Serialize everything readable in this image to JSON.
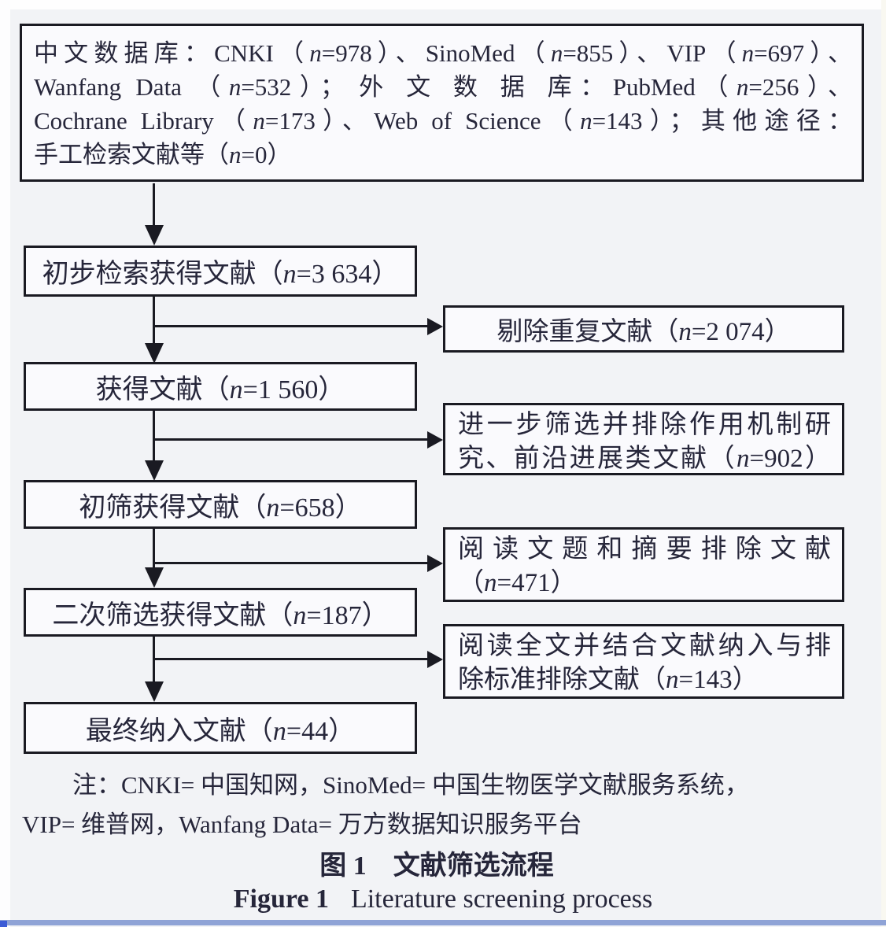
{
  "flowchart": {
    "source_box": {
      "lines": [
        "中文数据库：CNKI（n=978）、SinoMed（n=855）、VIP（n=697）、",
        "Wanfang Data （n=532）； 外 文 数 据 库：PubMed（n=256）、",
        "Cochrane Library（n=173）、Web of Science（n=143）；其他途径：",
        "手工检索文献等（n=0）"
      ]
    },
    "left_boxes": [
      {
        "label": "初步检索获得文献（n=3 634）"
      },
      {
        "label": "获得文献（n=1 560）"
      },
      {
        "label": "初筛获得文献（n=658）"
      },
      {
        "label": "二次筛选获得文献（n=187）"
      },
      {
        "label": "最终纳入文献（n=44）"
      }
    ],
    "right_boxes": [
      {
        "line1": "剔除重复文献（n=2 074）",
        "line2": ""
      },
      {
        "line1": "进一步筛选并排除作用机制研",
        "line2": "究、前沿进展类文献（n=902）"
      },
      {
        "line1": "阅读文题和摘要排除文献",
        "line2": "（n=471）"
      },
      {
        "line1": "阅读全文并结合文献纳入与排",
        "line2": "除标准排除文献（n=143）"
      }
    ]
  },
  "notes": {
    "line1": "注：CNKI= 中国知网，SinoMed= 中国生物医学文献服务系统，",
    "line2": "VIP= 维普网，Wanfang Data= 万方数据知识服务平台"
  },
  "captions": {
    "zh": "图 1　文献筛选流程",
    "en_label": "Figure 1",
    "en_text": "Literature screening process"
  },
  "colors": {
    "text": "#26263a",
    "border": "#1a1a22",
    "background": "#f2f3f6",
    "box_fill": "#fafafd",
    "bottom_edge_blue": "#8fa3d6"
  }
}
